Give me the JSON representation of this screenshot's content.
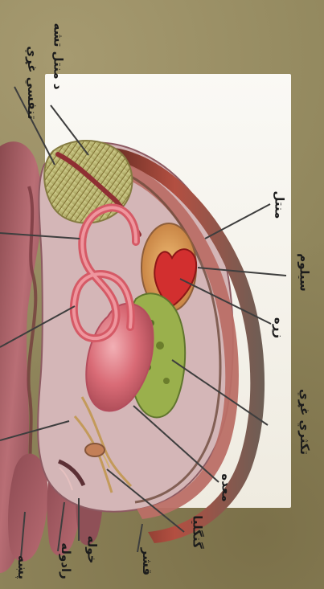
{
  "image": {
    "labels": {
      "mantle_cavity_label": "د منتل تشه",
      "respiratory_organ_label": "تنفسي غړي",
      "mantle_label": "منتل",
      "coelom_label": "سیلوم",
      "heart_label": "زړه",
      "digestive_gland_label": "تکثري غړي",
      "stomach_label": "معده",
      "ganglia_label": "گنگلیا",
      "shell_label": "قشر",
      "mouth_label": "خوله",
      "radula_label": "رادوله",
      "foot_label": "پښه"
    },
    "colors": {
      "background": "#8f855b",
      "white_panel": "#f7f5ef",
      "shell_outer": "#8e3d2e",
      "shell_inner": "#b04a42",
      "mantle": "#c98383",
      "body_mass": "#b86f78",
      "body_dark": "#7e3d45",
      "foot": "#9f4e56",
      "gill": "#b7b36b",
      "gill_stripes": "#7f6f32",
      "coelom": "#d9a25f",
      "heart": "#d22f2f",
      "gland": "#8aa33d",
      "gut": "#d95e6a",
      "stomach": "#d96b76",
      "nerve": "#c39a5a",
      "leader": "#3e3e3e"
    }
  }
}
